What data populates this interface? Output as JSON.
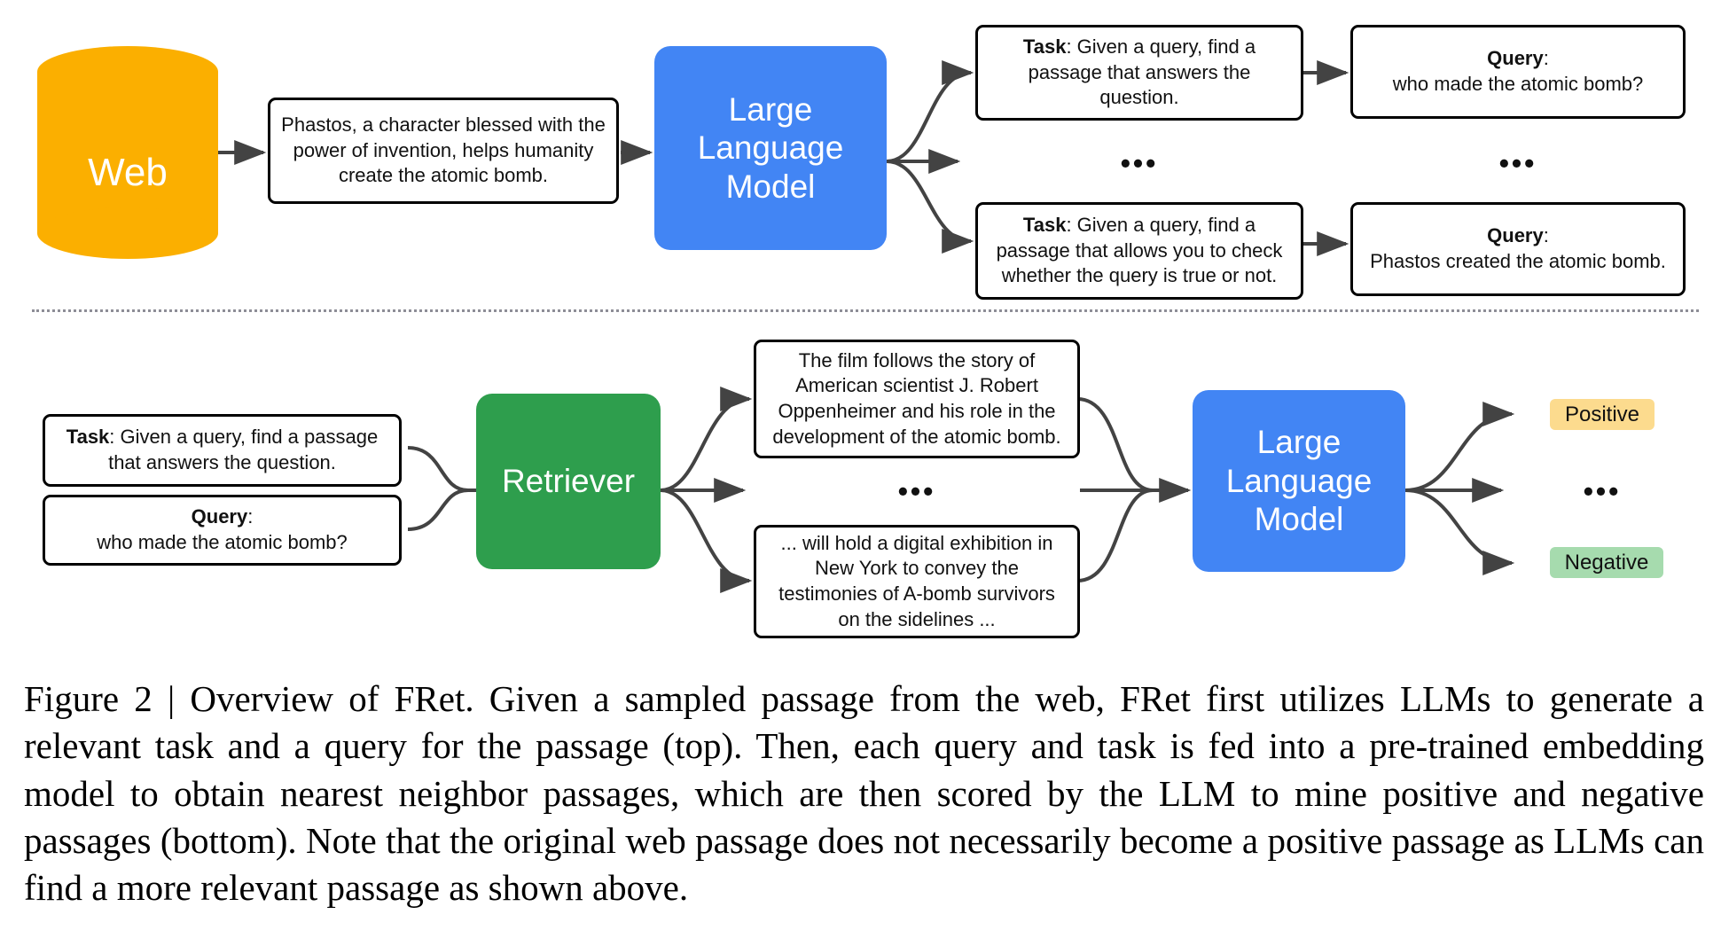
{
  "figure": {
    "caption": "Figure 2 | Overview of FRet.  Given a sampled passage from the web, FRet first utilizes LLMs to generate a relevant task and a query for the passage (top). Then, each query and task is fed into a pre-trained embedding model to obtain nearest neighbor passages, which are then scored by the LLM to mine positive and negative passages (bottom). Note that the original web passage does not necessarily become a positive passage as LLMs can find a more relevant passage as shown above."
  },
  "colors": {
    "web_cylinder": "#FBAF00",
    "llm_blue": "#4285F4",
    "retriever_green": "#2E9E4D",
    "positive_badge": "#FCDB8E",
    "negative_badge": "#A6DBAE",
    "arrow": "#434343",
    "box_border": "#000000",
    "divider": "#8d8d96"
  },
  "top_panel": {
    "web_label": "Web",
    "passage_box": "Phastos, a character blessed with the power of invention, helps humanity create the atomic bomb.",
    "llm_label": "Large Language Model",
    "llm_lines": [
      "Large",
      "Language",
      "Model"
    ],
    "tasks": [
      {
        "prefix": "Task",
        "separator": ":",
        "text": " Given a query, find a passage that answers the question."
      },
      {
        "prefix": "Task",
        "separator": ":",
        "text": " Given a query, find a passage that allows you to check whether the query is true or not."
      }
    ],
    "queries": [
      {
        "prefix": "Query",
        "separator": ":",
        "text": "who made the atomic bomb?"
      },
      {
        "prefix": "Query",
        "separator": ":",
        "text": "Phastos created the atomic bomb."
      }
    ],
    "task_ellipsis": "•••",
    "query_ellipsis": "•••"
  },
  "bottom_panel": {
    "task_box": {
      "prefix": "Task",
      "separator": ":",
      "text": " Given a query, find a passage that answers the question."
    },
    "query_box": {
      "prefix": "Query",
      "separator": ":",
      "text": "who made the atomic bomb?"
    },
    "retriever_label": "Retriever",
    "passages": [
      "The film follows the story of American scientist J. Robert Oppenheimer and his role in the development of the atomic bomb.",
      "... will hold a digital exhibition in New York to convey the testimonies of A-bomb survivors on the sidelines ..."
    ],
    "passage_ellipsis": "•••",
    "llm_label": "Large Language Model",
    "llm_lines": [
      "Large",
      "Language",
      "Model"
    ],
    "output_ellipsis": "•••",
    "labels": {
      "positive": "Positive",
      "negative": "Negative"
    }
  }
}
